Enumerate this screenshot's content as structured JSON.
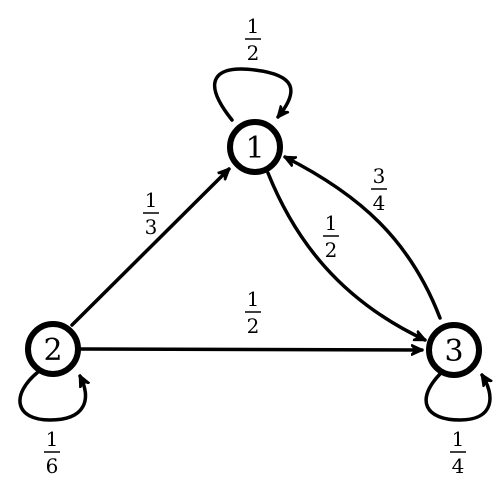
{
  "nodes": [
    {
      "id": "1",
      "label": "1"
    },
    {
      "id": "2",
      "label": "2"
    },
    {
      "id": "3",
      "label": "3"
    }
  ],
  "edges": [
    {
      "from": "1",
      "to": "1",
      "label": {
        "num": "1",
        "den": "2"
      }
    },
    {
      "from": "2",
      "to": "1",
      "label": {
        "num": "1",
        "den": "3"
      }
    },
    {
      "from": "1",
      "to": "3",
      "label": {
        "num": "1",
        "den": "2"
      }
    },
    {
      "from": "3",
      "to": "1",
      "label": {
        "num": "3",
        "den": "4"
      }
    },
    {
      "from": "2",
      "to": "3",
      "label": {
        "num": "1",
        "den": "2"
      }
    },
    {
      "from": "2",
      "to": "2",
      "label": {
        "num": "1",
        "den": "6"
      }
    },
    {
      "from": "3",
      "to": "3",
      "label": {
        "num": "1",
        "den": "4"
      }
    }
  ],
  "colors": {
    "stroke": "#000000",
    "fill": "#ffffff"
  }
}
